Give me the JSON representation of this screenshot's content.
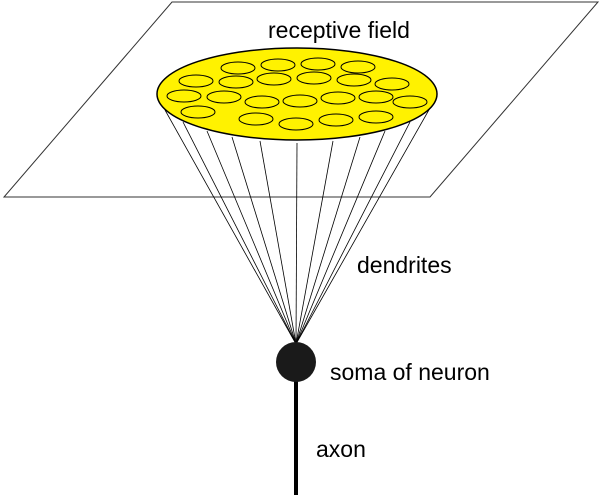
{
  "labels": {
    "receptive_field": "receptive field",
    "dendrites": "dendrites",
    "soma": "soma of neuron",
    "axon": "axon"
  },
  "colors": {
    "field_fill": "#FFF200",
    "outline": "#000000",
    "soma_fill": "#1a1a1a"
  }
}
